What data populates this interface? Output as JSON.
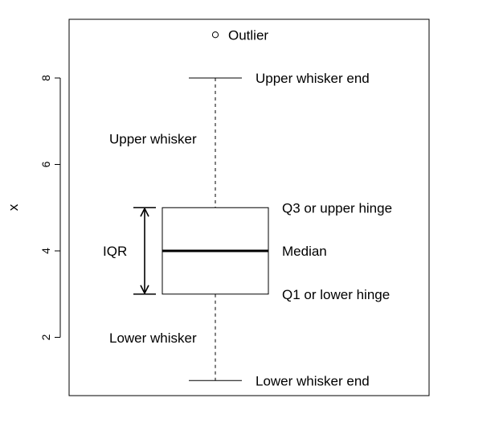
{
  "chart_data": {
    "type": "box",
    "ylabel": "x",
    "ylim": [
      0.7,
      9.3
    ],
    "yticks": [
      2,
      4,
      6,
      8
    ],
    "box": {
      "lower_whisker_end": 1,
      "q1": 3,
      "median": 4,
      "q3": 5,
      "upper_whisker_end": 8
    },
    "outliers": [
      9
    ],
    "annotations": {
      "outlier": "Outlier",
      "upper_whisker_end": "Upper whisker end",
      "upper_whisker": "Upper whisker",
      "q3": "Q3 or upper hinge",
      "median": "Median",
      "q1": "Q1 or lower hinge",
      "iqr": "IQR",
      "lower_whisker": "Lower whisker",
      "lower_whisker_end": "Lower whisker end"
    }
  }
}
